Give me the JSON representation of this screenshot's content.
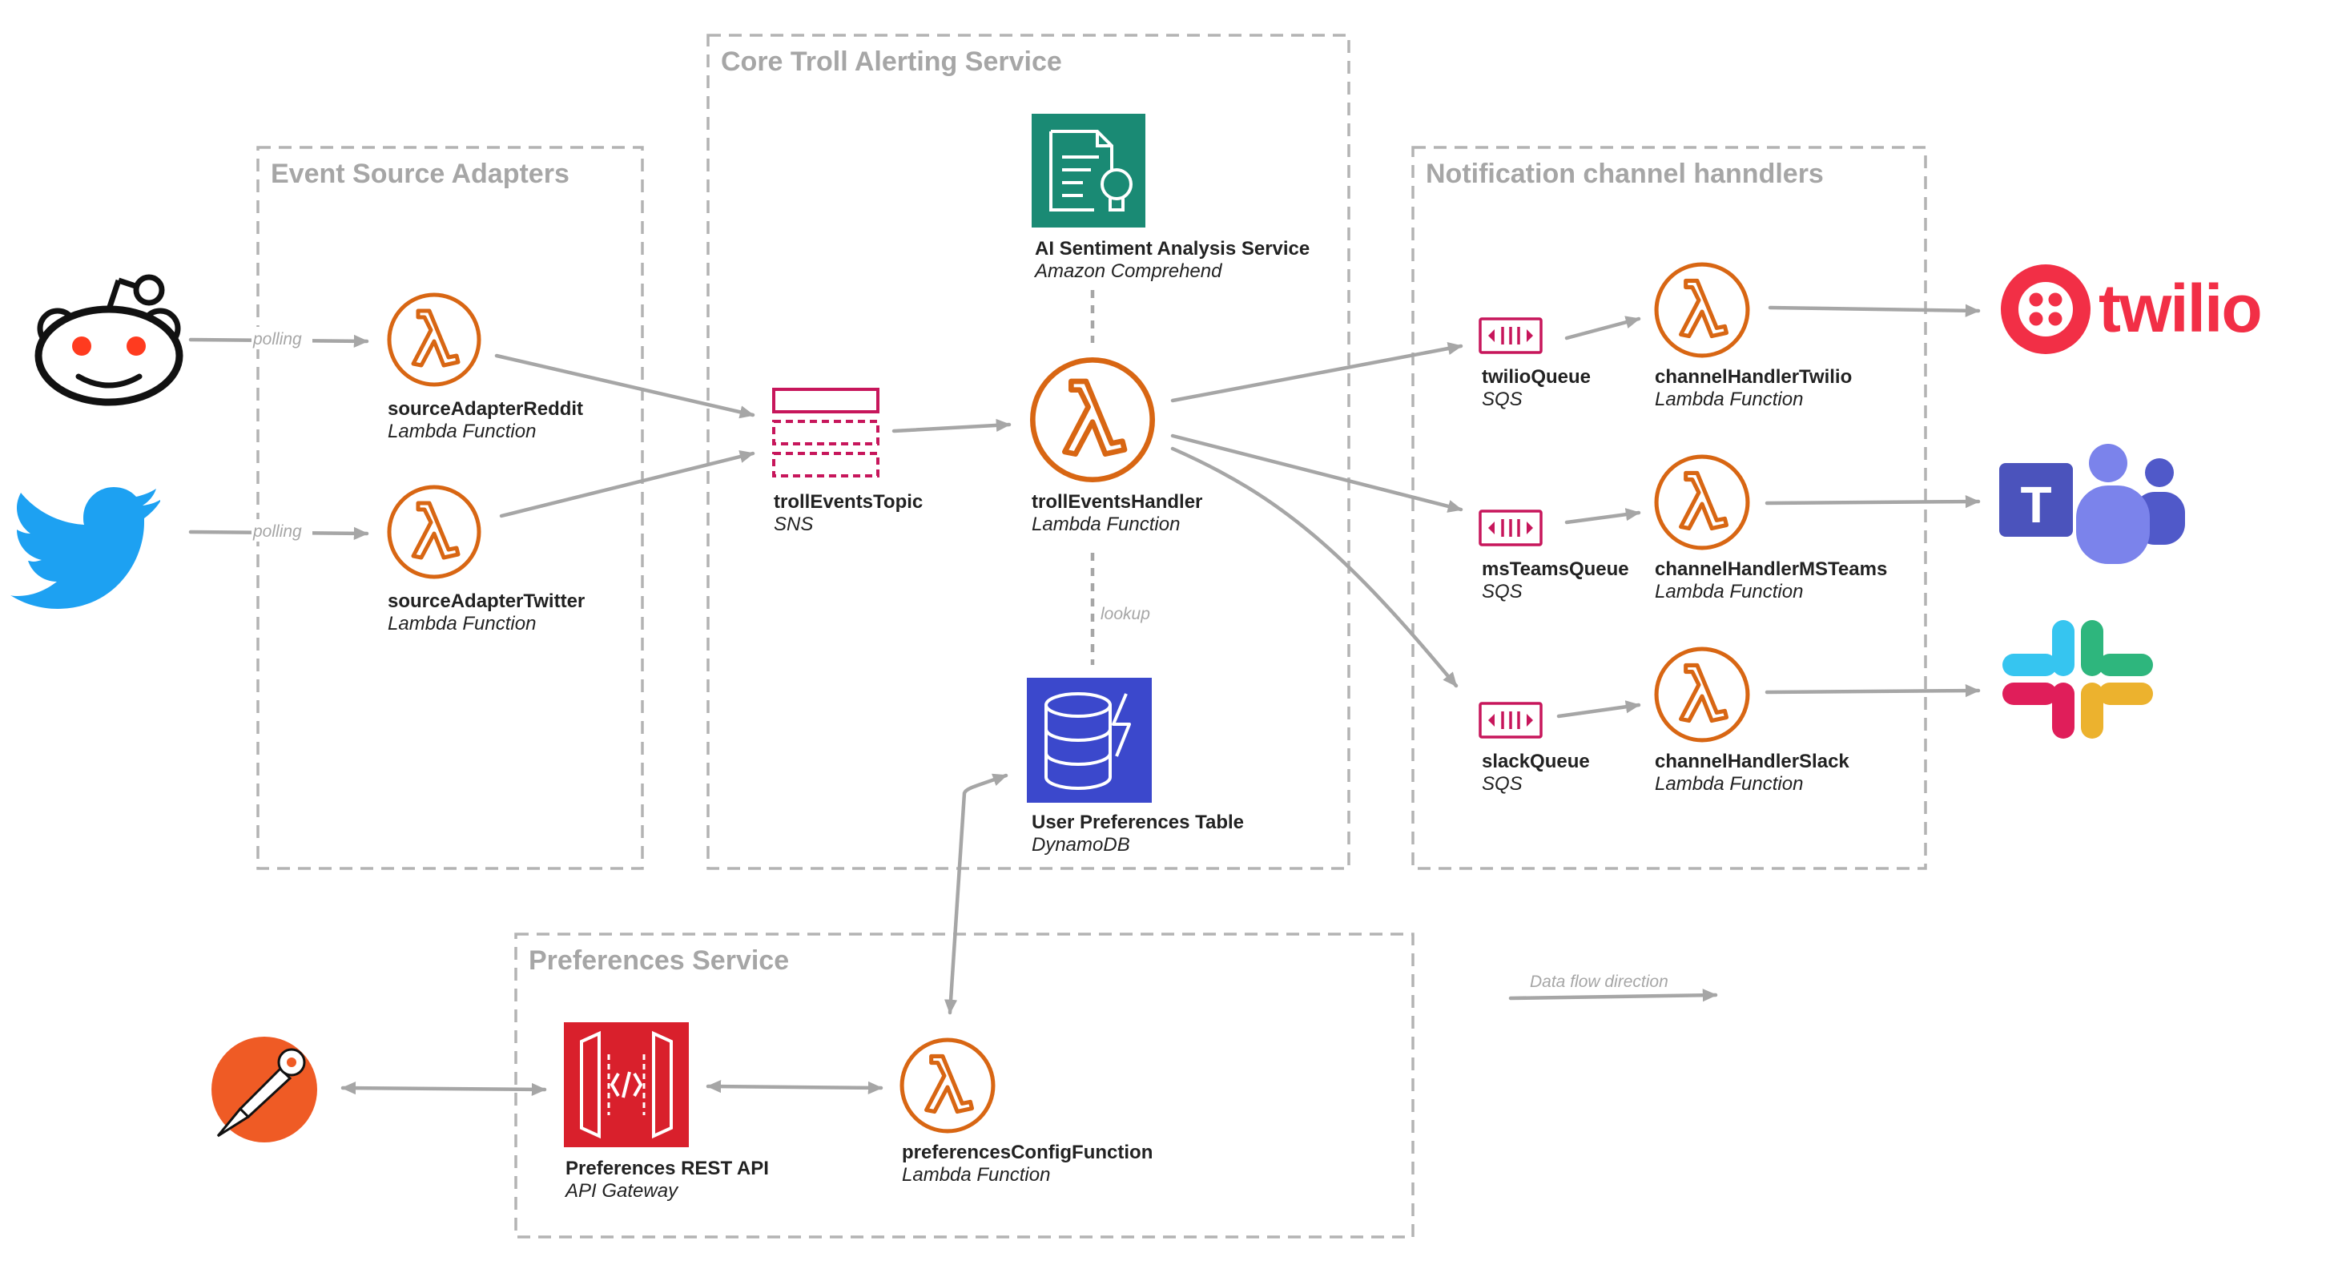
{
  "groups": {
    "event_source": "Event Source Adapters",
    "core": "Core Troll Alerting Service",
    "notification": "Notification channel hanndlers",
    "preferences": "Preferences Service"
  },
  "nodes": {
    "source_reddit": {
      "title": "sourceAdapterReddit",
      "subtitle": "Lambda Function"
    },
    "source_twitter": {
      "title": "sourceAdapterTwitter",
      "subtitle": "Lambda Function"
    },
    "troll_topic": {
      "title": "trollEventsTopic",
      "subtitle": "SNS"
    },
    "troll_handler": {
      "title": "trollEventsHandler",
      "subtitle": "Lambda Function"
    },
    "sentiment": {
      "title": "AI Sentiment Analysis Service",
      "subtitle": "Amazon Comprehend"
    },
    "user_prefs": {
      "title": "User Preferences Table",
      "subtitle": "DynamoDB"
    },
    "twilio_queue": {
      "title": "twilioQueue",
      "subtitle": "SQS"
    },
    "msteams_queue": {
      "title": "msTeamsQueue",
      "subtitle": "SQS"
    },
    "slack_queue": {
      "title": "slackQueue",
      "subtitle": "SQS"
    },
    "handler_twilio": {
      "title": "channelHandlerTwilio",
      "subtitle": "Lambda Function"
    },
    "handler_msteams": {
      "title": "channelHandlerMSTeams",
      "subtitle": "Lambda Function"
    },
    "handler_slack": {
      "title": "channelHandlerSlack",
      "subtitle": "Lambda Function"
    },
    "prefs_api": {
      "title": "Preferences REST API",
      "subtitle": "API Gateway"
    },
    "prefs_fn": {
      "title": "preferencesConfigFunction",
      "subtitle": "Lambda Function"
    }
  },
  "edge_labels": {
    "polling_reddit": "polling",
    "polling_twitter": "polling",
    "lookup": "lookup"
  },
  "legend": {
    "data_flow": "Data flow direction"
  },
  "logos": {
    "twilio_wordmark": "twilio",
    "teams_letter": "T"
  },
  "icons": [
    "reddit-logo-icon",
    "twitter-logo-icon",
    "lambda-icon",
    "sns-icon",
    "sqs-icon",
    "comprehend-icon",
    "dynamodb-icon",
    "api-gateway-icon",
    "postman-logo-icon",
    "twilio-logo-icon",
    "ms-teams-logo-icon",
    "slack-logo-icon"
  ],
  "colors": {
    "lambda": "#d86613",
    "sns_sqs": "#c7165b",
    "comprehend": "#1a8a74",
    "dynamodb": "#3b48cc",
    "api_gateway": "#d9202c",
    "twilio": "#f22f46",
    "teams": "#5059c9",
    "postman": "#ef5b25",
    "twitter": "#1da1f2",
    "edge": "#a6a6a6"
  }
}
